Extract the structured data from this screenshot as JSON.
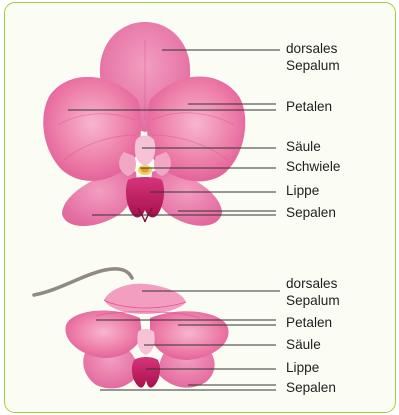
{
  "top_flower": {
    "labels": {
      "dorsal_sepal": [
        "dorsales",
        "Sepalum"
      ],
      "petals": "Petalen",
      "column": "Säule",
      "callus": "Schwiele",
      "lip": "Lippe",
      "sepals": "Sepalen"
    }
  },
  "side_flower": {
    "labels": {
      "dorsal_sepal": [
        "dorsales",
        "Sepalum"
      ],
      "petals": "Petalen",
      "column": "Säule",
      "lip": "Lippe",
      "sepals": "Sepalen"
    }
  },
  "colors": {
    "frame_border": "#9fcf3e",
    "petal_light": "#f08ab0",
    "petal_mid": "#e6609a",
    "petal_dark": "#cc2f6e",
    "lip": "#c2185b",
    "stem": "#8f8a82",
    "leader_line": "#333333"
  }
}
